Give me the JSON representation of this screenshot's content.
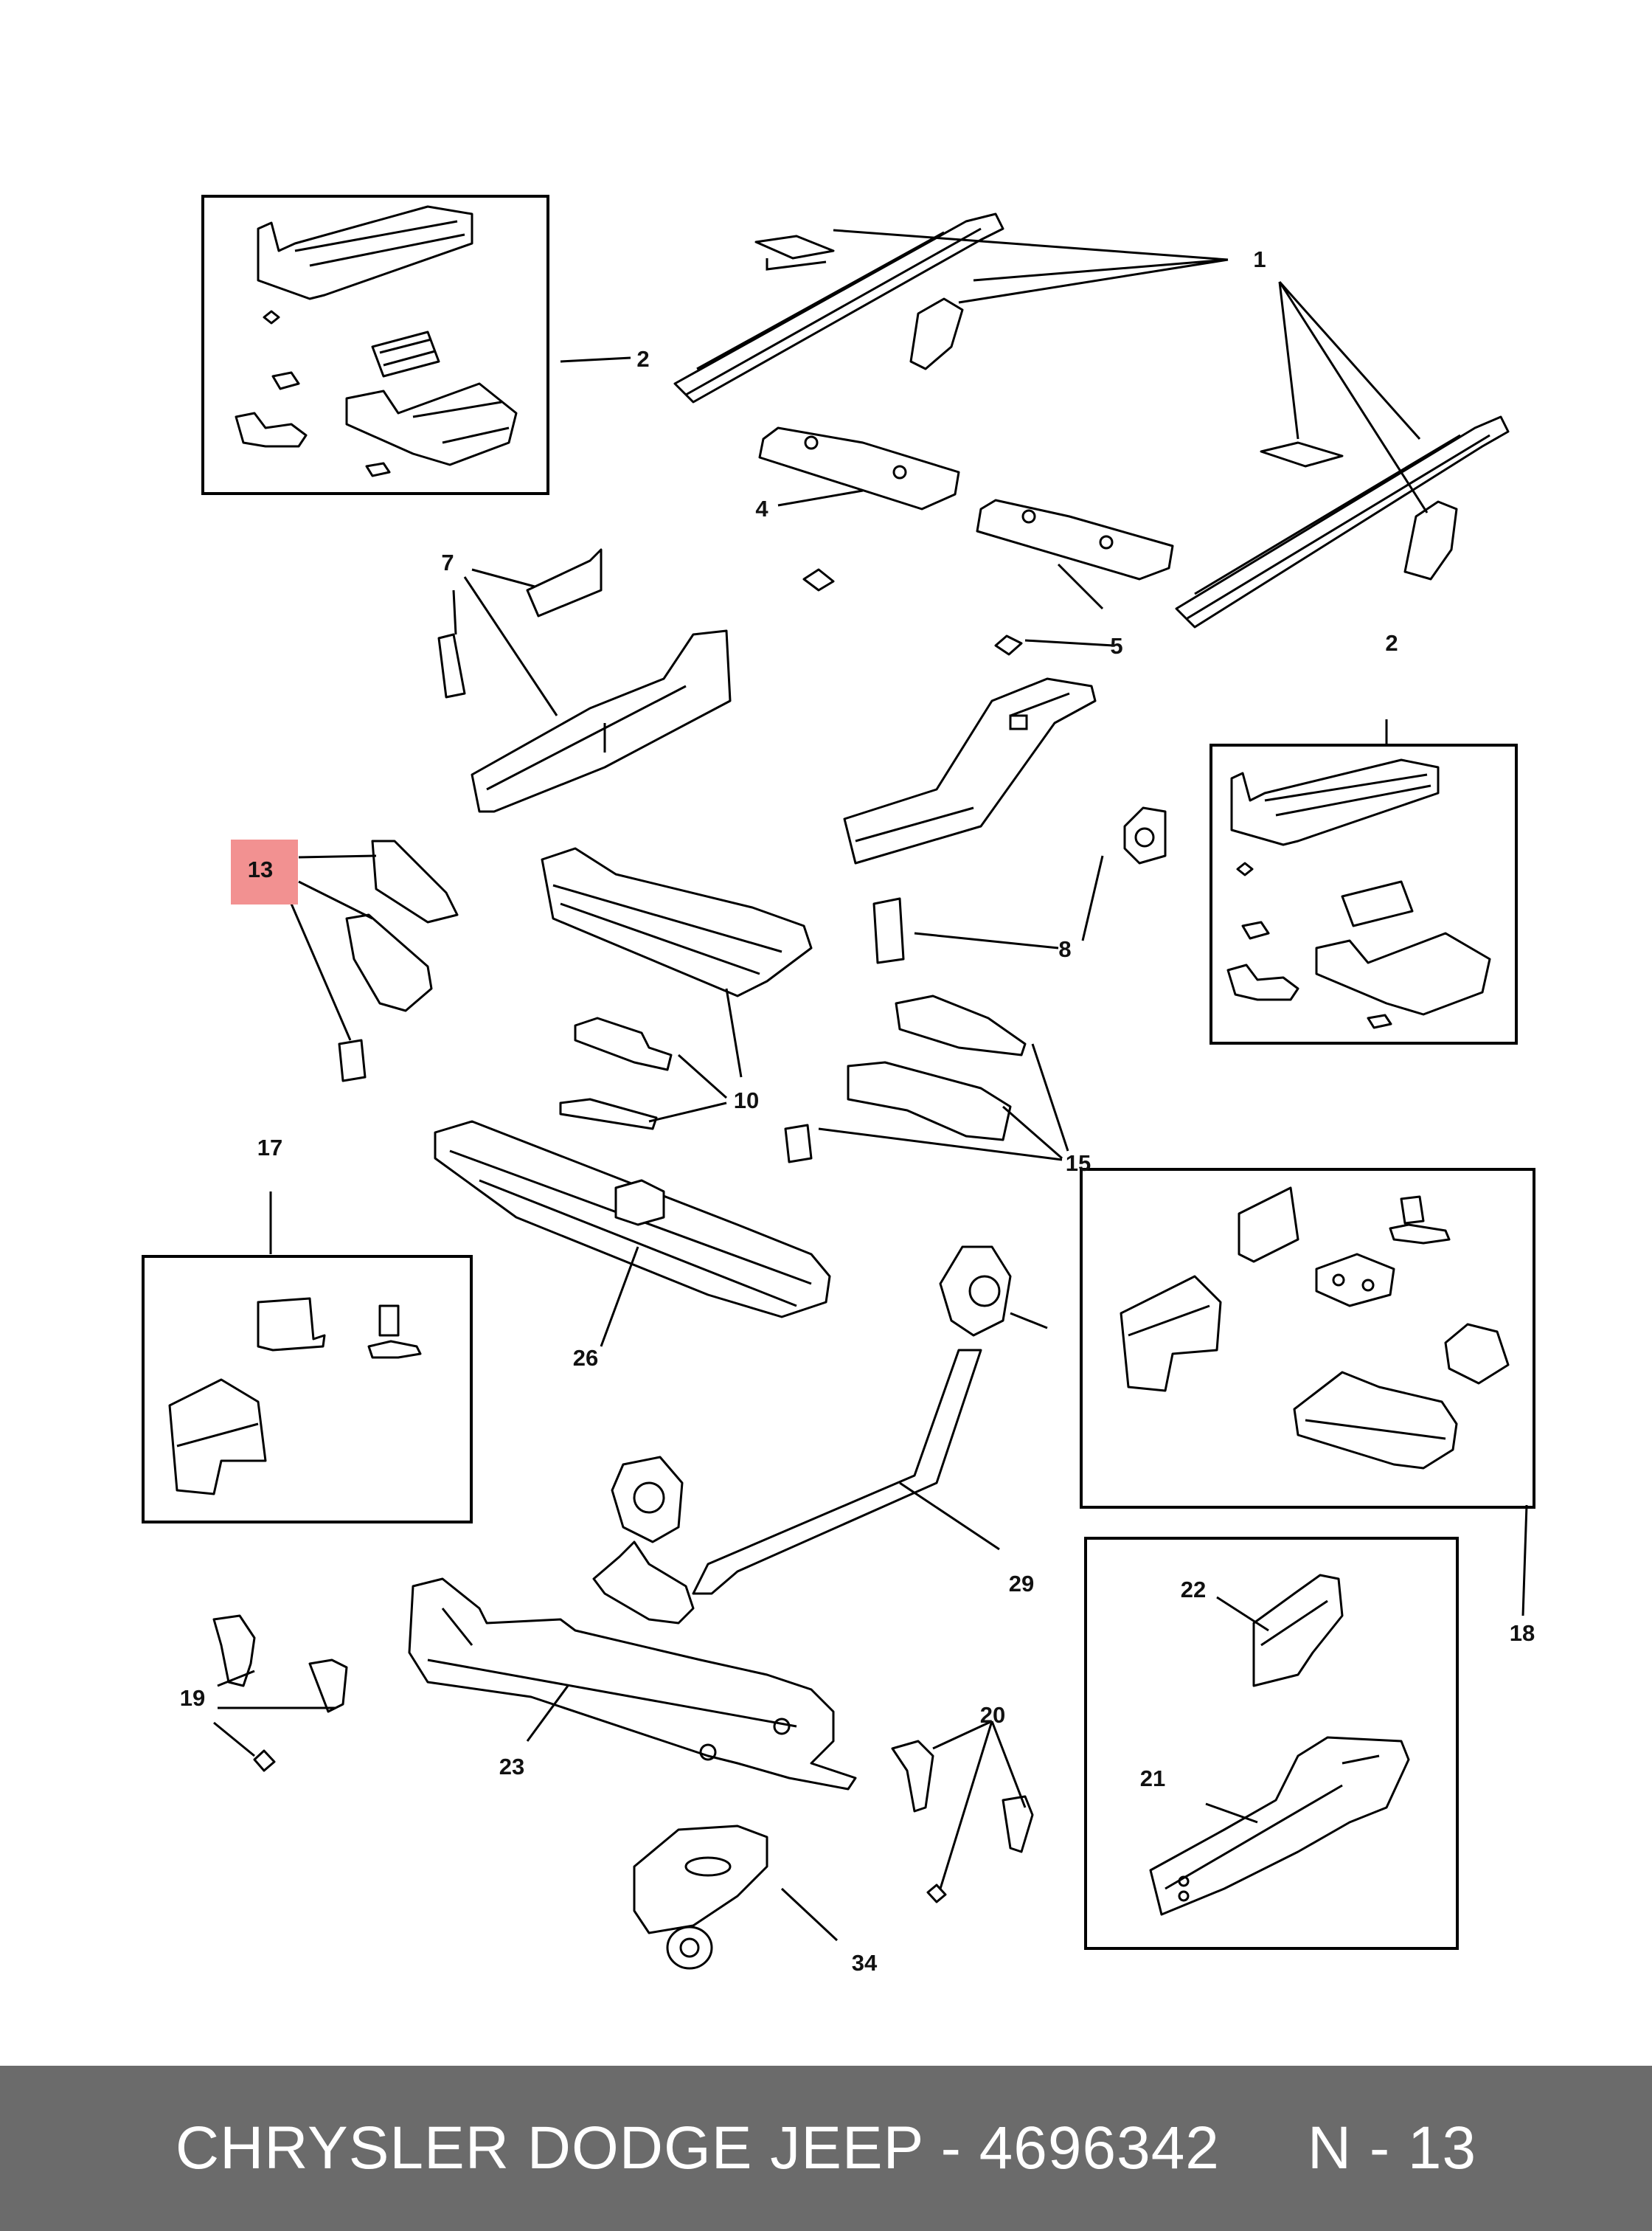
{
  "callouts": {
    "c1": "1",
    "c2a": "2",
    "c2b": "2",
    "c4": "4",
    "c5": "5",
    "c7": "7",
    "c8": "8",
    "c10": "10",
    "c13": "13",
    "c15": "15",
    "c17": "17",
    "c18": "18",
    "c19": "19",
    "c20": "20",
    "c21": "21",
    "c22": "22",
    "c23": "23",
    "c26": "26",
    "c29": "29",
    "c34": "34"
  },
  "highlight": {
    "callout": "13",
    "color": "#f29191"
  },
  "footer": {
    "title": "CHRYSLER DODGE JEEP - 4696342     N - 13",
    "background": "#6b6b6b"
  }
}
